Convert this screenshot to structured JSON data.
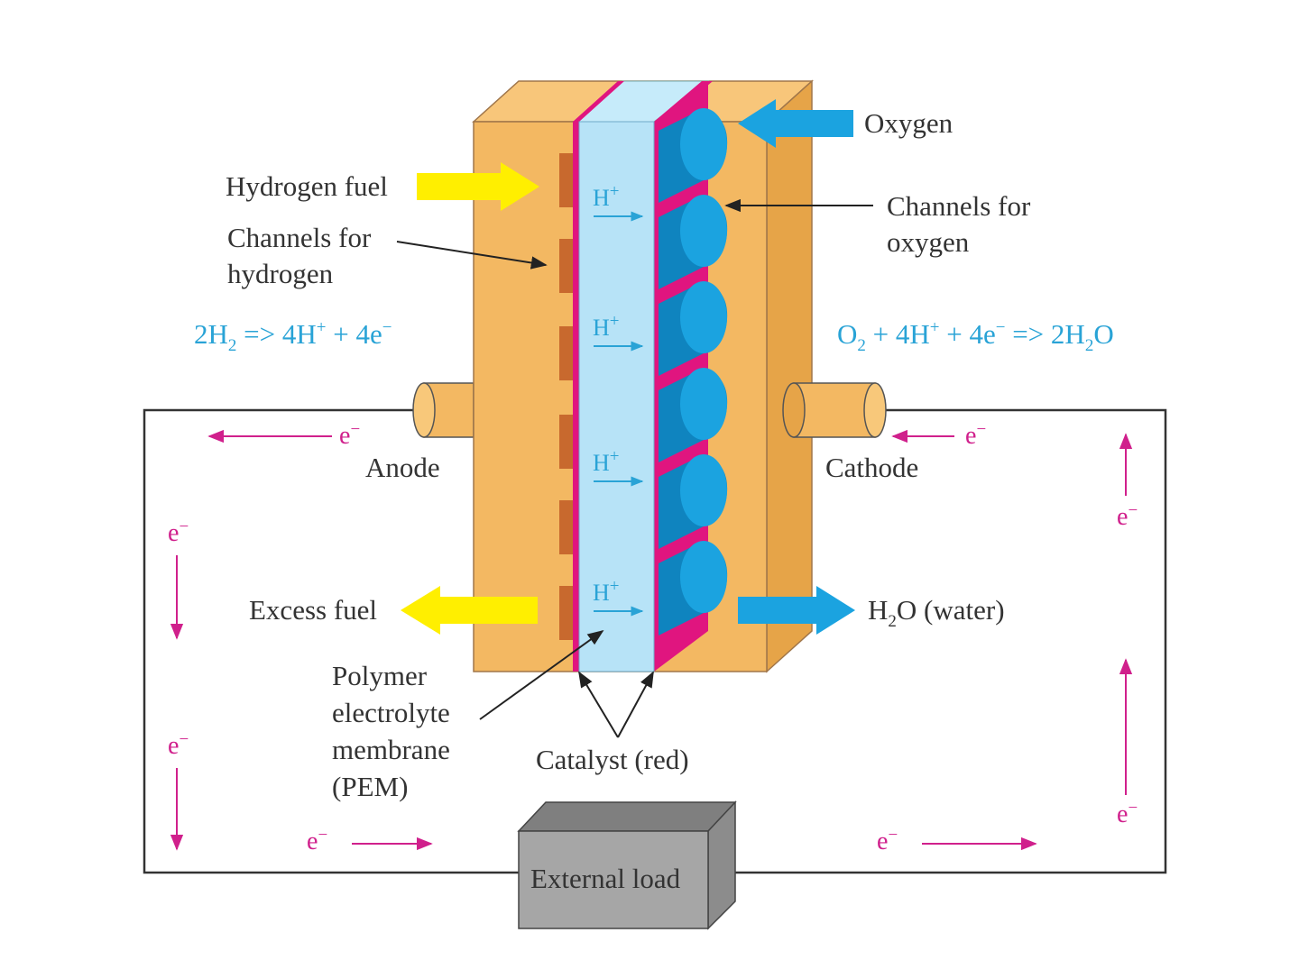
{
  "labels": {
    "hydrogen_fuel": "Hydrogen fuel",
    "channels_hydrogen_1": "Channels for",
    "channels_hydrogen_2": "hydrogen",
    "oxygen": "Oxygen",
    "channels_oxygen_1": "Channels for",
    "channels_oxygen_2": "oxygen",
    "anode": "Anode",
    "cathode": "Cathode",
    "excess_fuel": "Excess fuel",
    "water": "(water)",
    "pem_1": "Polymer",
    "pem_2": "electrolyte",
    "pem_3": "membrane",
    "pem_4": "(PEM)",
    "catalyst": "Catalyst (red)",
    "external_load": "External load"
  },
  "equations": {
    "anode": {
      "a": "2H",
      "a_sub": "2",
      "b": " => 4H",
      "b_sup": "+",
      "c": " + 4e",
      "c_sup": "−"
    },
    "cathode": {
      "a": "O",
      "a_sub": "2",
      "b": " + 4H",
      "b_sup": "+",
      "c": " + 4e",
      "c_sup": "−",
      "d": " => 2H",
      "d_sub": "2",
      "e": "O"
    }
  },
  "water_formula": {
    "a": "H",
    "a_sub": "2",
    "b": "O"
  },
  "proton": {
    "base": "H",
    "sup": "+"
  },
  "electron": {
    "base": "e",
    "sup": "−"
  },
  "colors": {
    "block": "#f3b862",
    "membrane": "#b7e3f7",
    "catalyst": "#e0157f",
    "oxygen_channel": "#1ba3e0",
    "hydrogen_arrow": "#ffef00",
    "electron": "#d0208c",
    "equation": "#29a3d6",
    "load": "#a6a6a6"
  }
}
